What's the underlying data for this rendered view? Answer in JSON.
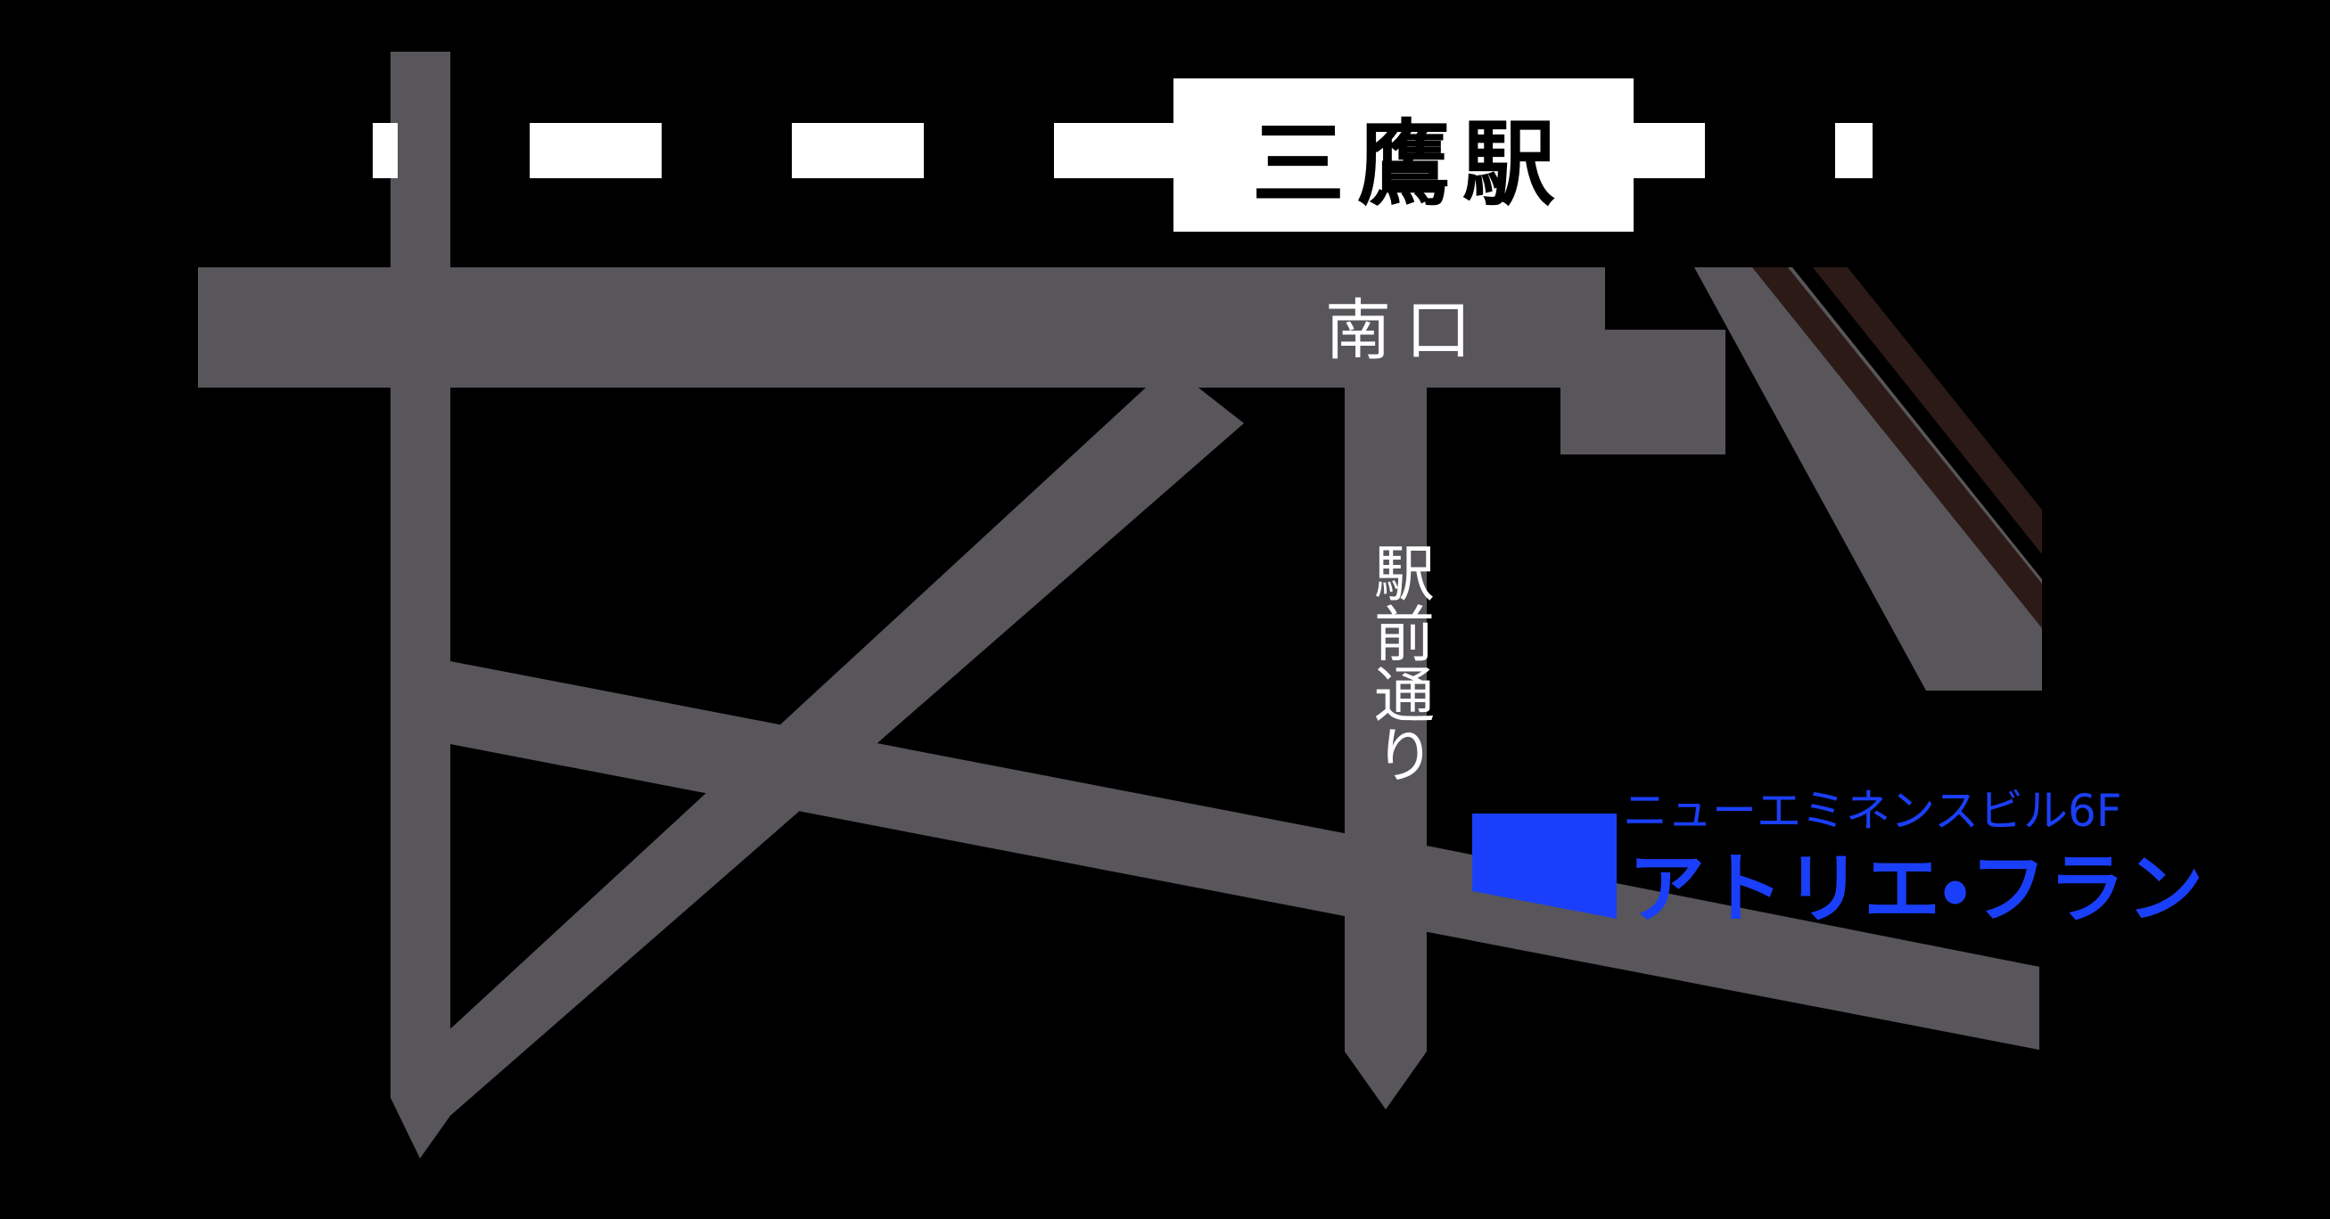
{
  "map": {
    "background_color": "#000000",
    "road_color": "#58565A",
    "rail_dash_color": "#FFFFFF",
    "track_color": "#2B1A16",
    "accent_color": "#1A3FFA",
    "label_box_color": "#FFFFFF"
  },
  "station": {
    "name": "三鷹駅",
    "exit_label": "南口"
  },
  "streets": {
    "main_street": "駅前通り"
  },
  "destination": {
    "building": "ニューエミネンスビル6F",
    "shop": "アトリエ・フラン"
  }
}
